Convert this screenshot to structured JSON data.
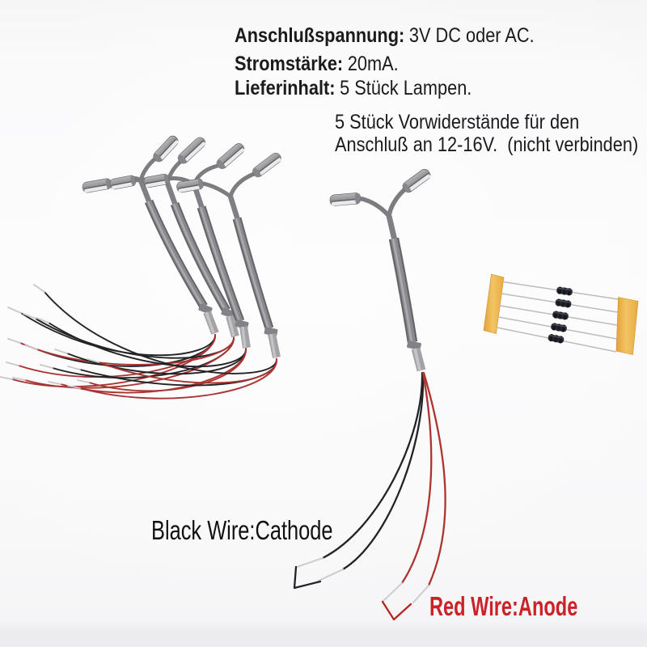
{
  "photo": {
    "type": "product-photo",
    "subject": "5 model railway LED street lamps with resistors",
    "background": "#f7f7f8",
    "bottom_band_color": "#ebebee"
  },
  "specs": {
    "lines": [
      {
        "label": "Anschlußspannung:",
        "value": "3V DC oder AC."
      },
      {
        "label": "Stromstärke:",
        "value": "20mA."
      },
      {
        "label": "Lieferinhalt:",
        "value": "5 Stück Lampen."
      }
    ],
    "note_line1": "5 Stück Vorwiderstände für den",
    "note_line2": "Anschluß an 12-16V.  (nicht verbinden)"
  },
  "labels": {
    "black_wire": "Black Wire:Cathode",
    "black_wire_color": "#111113",
    "red_wire": "Red Wire:Anode",
    "red_wire_color": "#cb2127"
  },
  "scene": {
    "lamp_count": 5,
    "resistor_count": 5,
    "pole_color": "#8c8c90",
    "lamp_head_lens_color": "#ebebee",
    "sleeve_color": "#aeaeb2",
    "wire_black_color": "#232327",
    "wire_red_color": "#ae3430",
    "wire_tinned_color": "#c9c9cd",
    "resistor_tape_color": "#e8a73f",
    "resistor_body_color": "#272931",
    "resistor_lead_color": "#b5b5b9"
  }
}
